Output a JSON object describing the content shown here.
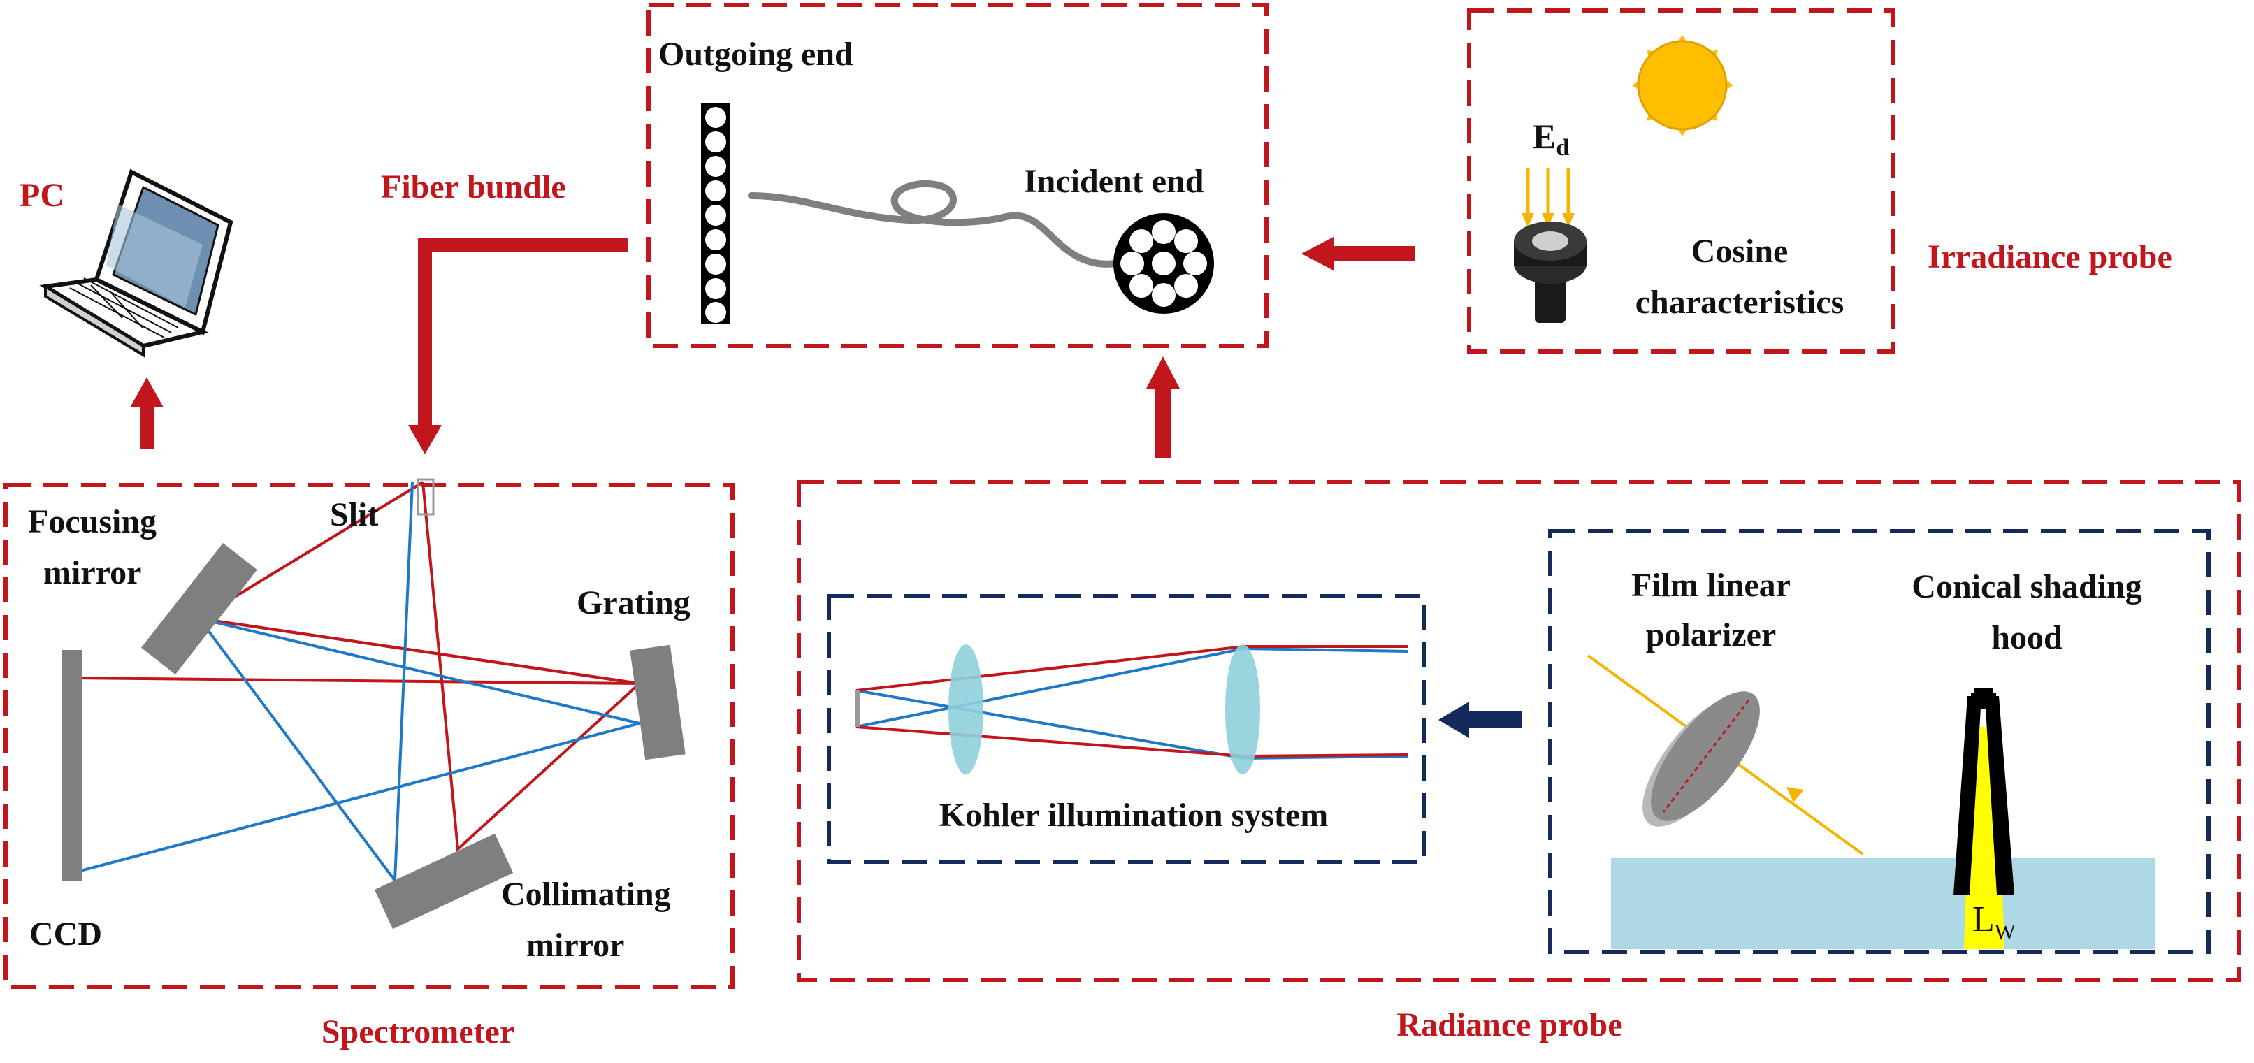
{
  "labels": {
    "pc": "PC",
    "fiber_bundle": "Fiber bundle",
    "outgoing_end": "Outgoing end",
    "incident_end": "Incident end",
    "irradiance_probe": "Irradiance probe",
    "ed_main": "E",
    "ed_sub": "d",
    "cosine_line1": "Cosine",
    "cosine_line2": "characteristics",
    "spectrometer": "Spectrometer",
    "focusing_line1": "Focusing",
    "focusing_line2": "mirror",
    "slit": "Slit",
    "grating": "Grating",
    "ccd": "CCD",
    "collimating_line1": "Collimating",
    "collimating_line2": "mirror",
    "radiance_probe": "Radiance probe",
    "kohler": "Kohler illumination system",
    "film_line1": "Film linear",
    "film_line2": "polarizer",
    "conical_line1": "Conical shading",
    "conical_line2": "hood",
    "lw_main": "L",
    "lw_sub": "W"
  },
  "colors": {
    "red": "#c0161c",
    "navy": "#142a5c",
    "blue_ray": "#1f78c8",
    "red_ray": "#c0161c",
    "gray_part": "#7f7f7f",
    "lens": "#8fcfdc",
    "water": "#add8e6",
    "sun": "#ffbf00",
    "sun_ray": "#f5b400",
    "beam": "#ffff00"
  }
}
